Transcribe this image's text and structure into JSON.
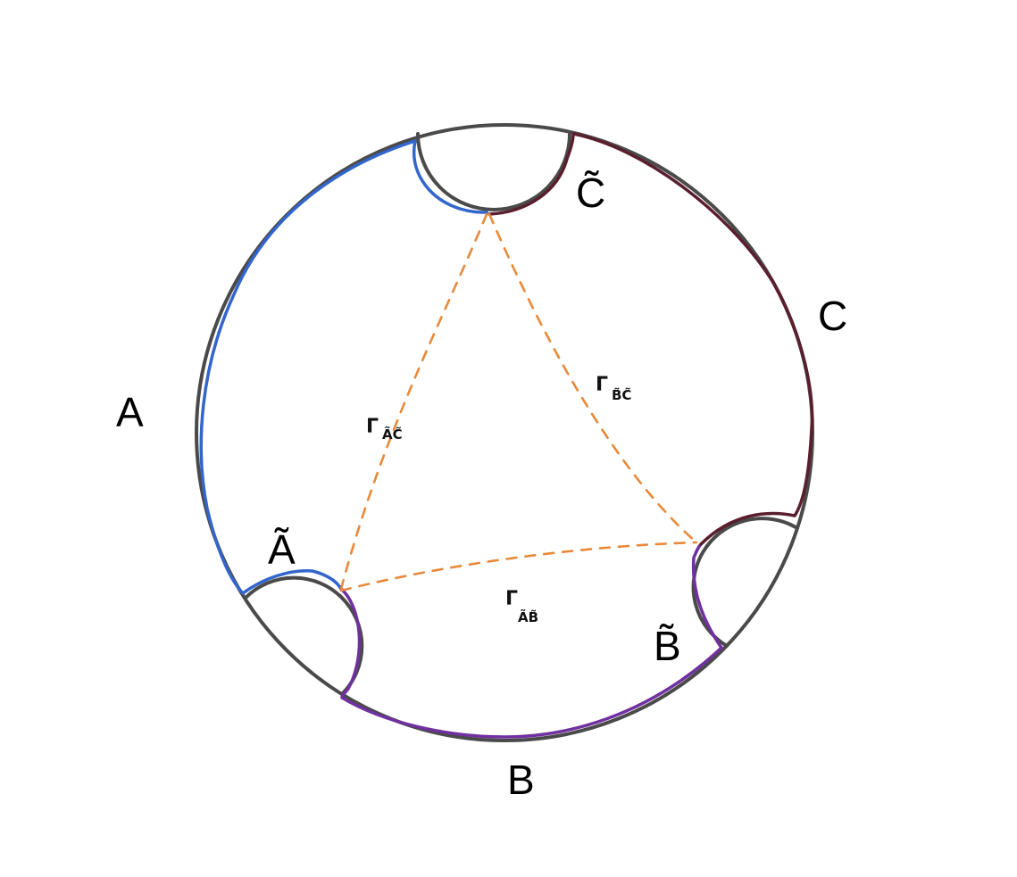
{
  "labels": {
    "A": "A",
    "B": "B",
    "C": "C",
    "A_tilde": "Ã",
    "B_tilde": "B̃",
    "C_tilde": "C̃",
    "gamma_AC": "Γ",
    "gamma_AC_sub": "ÃC̃",
    "gamma_BC": "Γ",
    "gamma_BC_sub": "B̃C̃",
    "gamma_AB": "Γ",
    "gamma_AB_sub": "ÃB̃"
  },
  "colors": {
    "outline": "#4a4a4a",
    "region_A": "#3366cc",
    "region_B": "#7030a0",
    "region_C": "#5a1e2e",
    "geodesics": "#e8893a",
    "text": "#000000"
  }
}
